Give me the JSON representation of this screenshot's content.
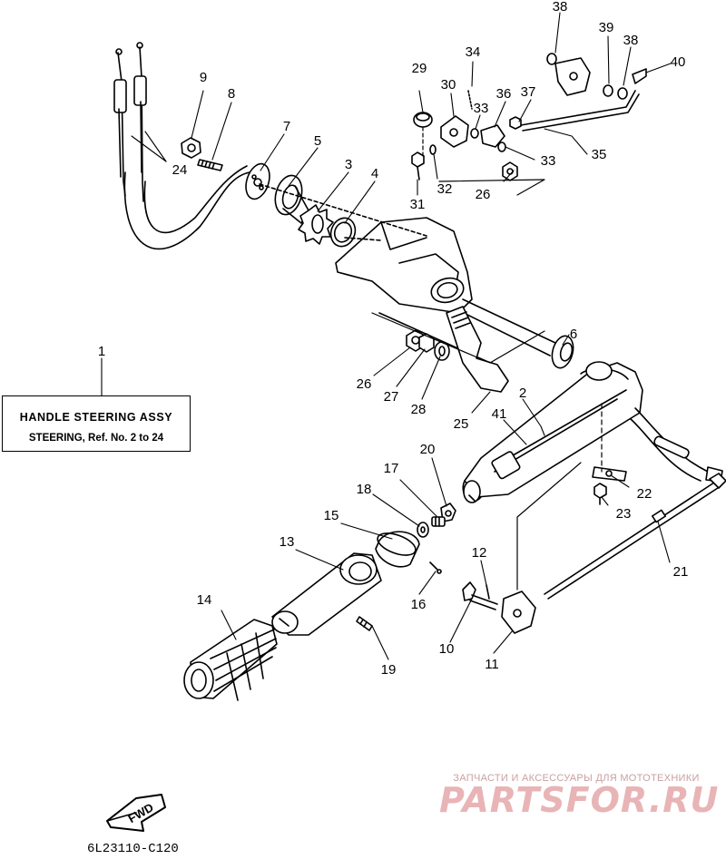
{
  "legend": {
    "title": "HANDLE STEERING ASSY",
    "subtitle": "STEERING, Ref. No. 2 to 24"
  },
  "diagram_code": "6L23110-C120",
  "fwd_label": "FWD",
  "watermark": {
    "line1": "ЗАПЧАСТИ И АКСЕССУАРЫ ДЛЯ МОТОТЕХНИКИ",
    "line2": "PARTSFOR.RU"
  },
  "callouts": [
    {
      "id": "1",
      "text": "1"
    },
    {
      "id": "2",
      "text": "2"
    },
    {
      "id": "3",
      "text": "3"
    },
    {
      "id": "4",
      "text": "4"
    },
    {
      "id": "5",
      "text": "5"
    },
    {
      "id": "6",
      "text": "6"
    },
    {
      "id": "7",
      "text": "7"
    },
    {
      "id": "8",
      "text": "8"
    },
    {
      "id": "9",
      "text": "9"
    },
    {
      "id": "10",
      "text": "10"
    },
    {
      "id": "11",
      "text": "11"
    },
    {
      "id": "12",
      "text": "12"
    },
    {
      "id": "13",
      "text": "13"
    },
    {
      "id": "14",
      "text": "14"
    },
    {
      "id": "15",
      "text": "15"
    },
    {
      "id": "16",
      "text": "16"
    },
    {
      "id": "17",
      "text": "17"
    },
    {
      "id": "18",
      "text": "18"
    },
    {
      "id": "19",
      "text": "19"
    },
    {
      "id": "20",
      "text": "20"
    },
    {
      "id": "21",
      "text": "21"
    },
    {
      "id": "22",
      "text": "22"
    },
    {
      "id": "23",
      "text": "23"
    },
    {
      "id": "24",
      "text": "24"
    },
    {
      "id": "25",
      "text": "25"
    },
    {
      "id": "26a",
      "text": "26"
    },
    {
      "id": "26b",
      "text": "26"
    },
    {
      "id": "27",
      "text": "27"
    },
    {
      "id": "28",
      "text": "28"
    },
    {
      "id": "29",
      "text": "29"
    },
    {
      "id": "30",
      "text": "30"
    },
    {
      "id": "31",
      "text": "31"
    },
    {
      "id": "32",
      "text": "32"
    },
    {
      "id": "33a",
      "text": "33"
    },
    {
      "id": "33b",
      "text": "33"
    },
    {
      "id": "34",
      "text": "34"
    },
    {
      "id": "35",
      "text": "35"
    },
    {
      "id": "36",
      "text": "36"
    },
    {
      "id": "37",
      "text": "37"
    },
    {
      "id": "38a",
      "text": "38"
    },
    {
      "id": "38b",
      "text": "38"
    },
    {
      "id": "39",
      "text": "39"
    },
    {
      "id": "40",
      "text": "40"
    },
    {
      "id": "41",
      "text": "41"
    }
  ]
}
